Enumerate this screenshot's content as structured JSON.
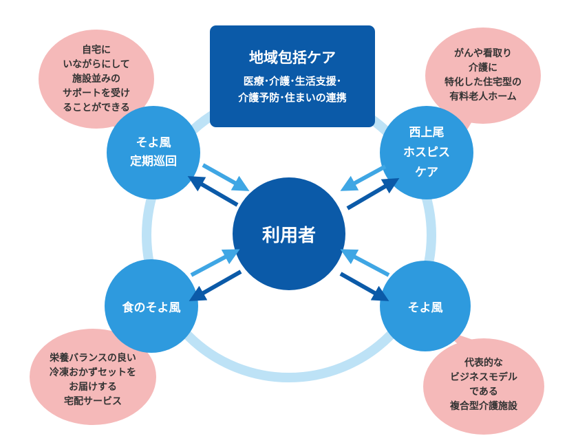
{
  "header": {
    "title": "地域包括ケア",
    "subtitle_lines": [
      "医療･介護･生活支援･",
      "介護予防･住まいの連携"
    ]
  },
  "center": {
    "label": "利用者"
  },
  "services": [
    {
      "lines": [
        "そよ風",
        "定期巡回"
      ],
      "bubble": [
        "自宅に",
        "いながらにして",
        "施設並みの",
        "サポートを受け",
        "ることができる"
      ]
    },
    {
      "lines": [
        "西上尾",
        "ホスピス",
        "ケア"
      ],
      "bubble": [
        "がんや看取り",
        "介護に",
        "特化した住宅型の",
        "有料老人ホーム"
      ]
    },
    {
      "lines": [
        "食のそよ風"
      ],
      "bubble": [
        "栄養バランスの良い",
        "冷凍おかずセットを",
        "お届けする",
        "宅配サービス"
      ]
    },
    {
      "lines": [
        "そよ風"
      ],
      "bubble": [
        "代表的な",
        "ビジネスモデル",
        "である",
        "複合型介護施設"
      ]
    }
  ],
  "colors": {
    "dark": "#0b5aa8",
    "mid": "#2e9ade",
    "ring": "#bde2f6",
    "bubble": "#f5b9b9"
  }
}
